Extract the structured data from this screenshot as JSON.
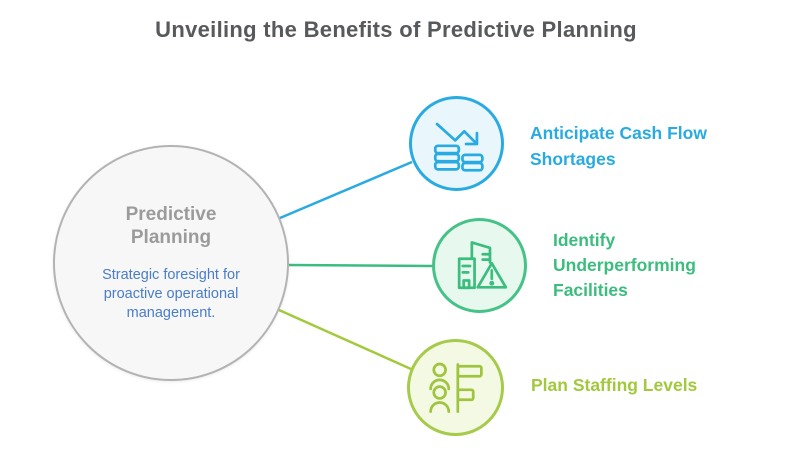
{
  "title": "Unveiling the Benefits of Predictive Planning",
  "center_node": {
    "title": "Predictive Planning",
    "description": "Strategic foresight for proactive operational management."
  },
  "benefits": [
    {
      "label": "Anticipate Cash Flow Shortages",
      "icon": "cash-flow-decline-icon",
      "accent_color": "#29abe2",
      "fill_color": "#e9f7fd"
    },
    {
      "label": "Identify Underperforming Facilities",
      "icon": "facility-warning-icon",
      "accent_color": "#45c287",
      "text_color": "#3bbd7e",
      "fill_color": "#e7f8ef"
    },
    {
      "label": "Plan Staffing Levels",
      "icon": "staffing-levels-icon",
      "accent_color": "#a6cb4a",
      "text_color": "#a2c93d",
      "fill_color": "#f4f9e3"
    }
  ],
  "palette": {
    "background": "#ffffff",
    "title_color": "#58595b",
    "center_fill": "#f7f7f7",
    "center_border": "#b3b3b3",
    "center_title_color": "#9b9b9b",
    "center_description_color": "#4a7dc9"
  }
}
